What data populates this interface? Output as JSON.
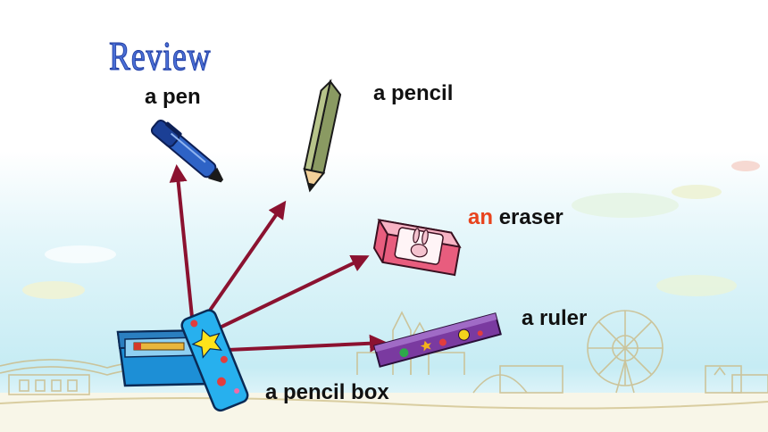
{
  "title": "Review",
  "labels": {
    "pen": "a pen",
    "pencil": "a pencil",
    "eraser_article": "an",
    "eraser_noun": "eraser",
    "ruler": "a ruler",
    "pencil_box": "a pencil box"
  },
  "colors": {
    "title": "#4a6fd6",
    "article_highlight": "#e8431d",
    "arrow": "#8b1230",
    "sky": "#d6f1f7"
  },
  "icons": [
    "pen-icon",
    "pencil-icon",
    "eraser-icon",
    "ruler-icon",
    "pencil-box-icon"
  ]
}
